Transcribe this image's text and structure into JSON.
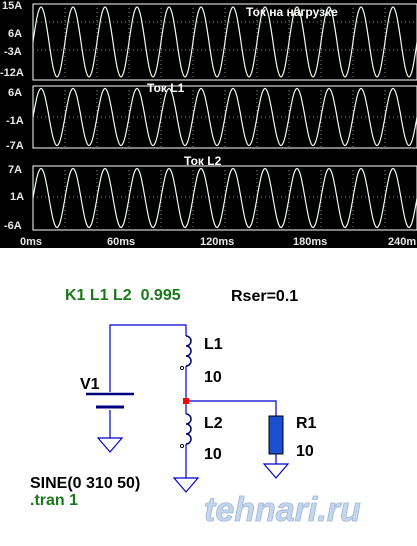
{
  "waveform": {
    "panes": [
      {
        "title": "Ток на нагрузке",
        "y_ticks": [
          "15A",
          "6A",
          "-3A",
          "-12A"
        ],
        "signal": {
          "cycles": 12,
          "min": -12,
          "max": 15,
          "offset": 1.5,
          "phase_deg": 0
        }
      },
      {
        "title": "Ток L1",
        "y_ticks": [
          "6A",
          "-1A",
          "-7A"
        ],
        "signal": {
          "cycles": 12,
          "min": -7,
          "max": 6,
          "offset": -0.5,
          "phase_deg": 0
        }
      },
      {
        "title": "Ток L2",
        "y_ticks": [
          "7A",
          "1A",
          "-6A"
        ],
        "signal": {
          "cycles": 12,
          "min": -6,
          "max": 7,
          "offset": 0.5,
          "phase_deg": 0
        }
      }
    ],
    "x_ticks": [
      "0ms",
      "60ms",
      "120ms",
      "180ms",
      "240m"
    ],
    "x_range_ms": [
      0,
      240
    ],
    "colors": {
      "background": "#000000",
      "trace": "#e8ffe8",
      "grid": "#8a8a8a",
      "axis": "#ffffff"
    }
  },
  "circuit": {
    "coupling_directive": "K1 L1 L2  0.995",
    "rser_directive": "Rser=0.1",
    "components": {
      "v1": {
        "name": "V1"
      },
      "l1": {
        "name": "L1",
        "value": "10"
      },
      "l2": {
        "name": "L2",
        "value": "10"
      },
      "r1": {
        "name": "R1",
        "value": "10"
      }
    },
    "source_spec": "SINE(0 310 50)",
    "tran_directive": ".tran 1",
    "colors": {
      "directive": "#1a7a1a",
      "wire": "#0000cc",
      "resistor_fill": "#1a4fd0",
      "junction": "#ff0000"
    }
  },
  "watermark": "tehnari.ru"
}
